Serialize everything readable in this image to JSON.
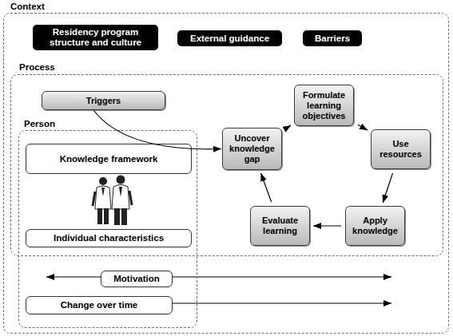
{
  "diagram": {
    "nodes": [
      {
        "text": [
          "Context"
        ]
      },
      {
        "text": [
          "Residency program structure and culture"
        ],
        "in": 0
      },
      {
        "text": [
          "External guidance"
        ],
        "in": 0
      },
      {
        "text": [
          "Barriers"
        ],
        "in": 0
      },
      {
        "text": [
          "Process"
        ],
        "in": 0
      },
      {
        "text": [
          "Triggers"
        ],
        "in": 4
      },
      {
        "text": [
          "Uncover knowledge gap"
        ],
        "in": 4
      },
      {
        "text": [
          "Formulate learning objectives"
        ],
        "in": 4
      },
      {
        "text": [
          "Use resources"
        ],
        "in": 4
      },
      {
        "text": [
          "Apply knowledge"
        ],
        "in": 4
      },
      {
        "text": [
          "Evaluate learning"
        ],
        "in": 4
      },
      {
        "text": [
          "Person"
        ],
        "in": 0
      },
      {
        "text": [
          "Knowledge framework"
        ],
        "in": 11
      },
      {
        "text": [
          "Individual characteristics"
        ],
        "in": 11
      },
      {
        "text": [
          "Motivation"
        ],
        "in": 11
      },
      {
        "text": [
          "Change over time"
        ],
        "in": 11
      }
    ],
    "edges": [
      {
        "from": 5,
        "to": 6,
        "arrow": "to"
      },
      {
        "from": 6,
        "to": 7,
        "arrow": "to"
      },
      {
        "from": 7,
        "to": 8,
        "arrow": "to"
      },
      {
        "from": 8,
        "to": 9,
        "arrow": "to"
      },
      {
        "from": 9,
        "to": 10,
        "arrow": "to"
      },
      {
        "from": 10,
        "to": 6,
        "arrow": "to"
      }
    ]
  }
}
